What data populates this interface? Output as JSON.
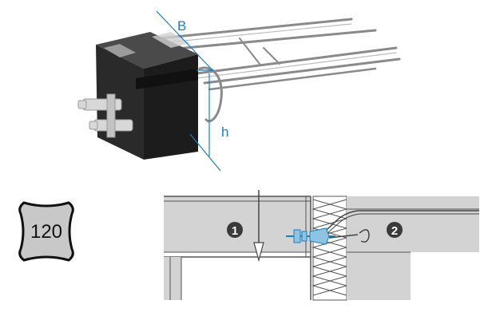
{
  "product_photo": {
    "dimension_labels": {
      "width": "B",
      "height": "h"
    }
  },
  "fire_rating_badge": {
    "value": "120"
  },
  "section_diagram": {
    "markers": [
      {
        "symbol": "1"
      },
      {
        "symbol": "2"
      }
    ]
  },
  "colors": {
    "dimension_line": "#1a7fc1",
    "anchor_blue": "#8fc3e2",
    "insulation_hatch": "#555555",
    "concrete_fill": "#d3d3d3",
    "marker_fill": "#3a3a3a",
    "photo_body": "#1f1f1f"
  }
}
